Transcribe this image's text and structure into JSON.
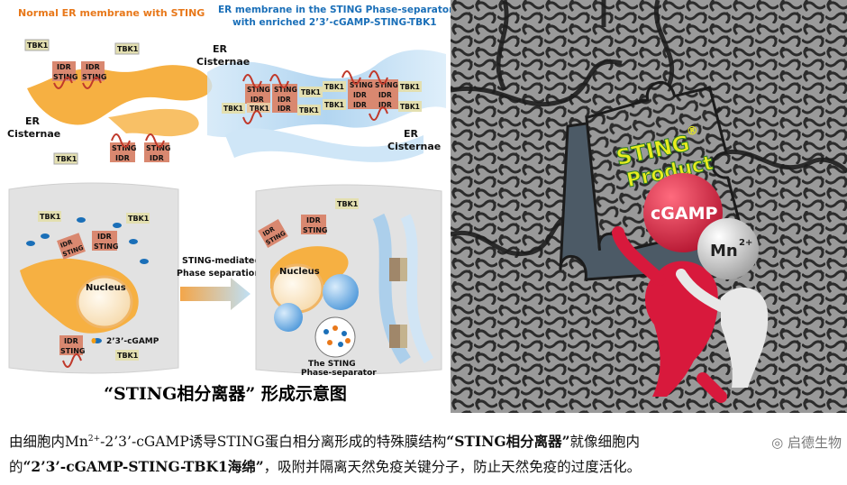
{
  "left": {
    "top_left_title": "Normal ER membrane with STING",
    "top_right_title_line1": "ER membrane in the STING Phase-separator",
    "top_right_title_line2": "with enriched 2’3’-cGAMP-STING-TBK1",
    "er_cisternae": "ER",
    "er_cisternae_2": "Cisternae",
    "tbk1": "TBK1",
    "idr": "IDR",
    "sting": "STING",
    "nucleus": "Nucleus",
    "cgamp_label": "2’3’-cGAMP",
    "arrow_label_1": "STING-mediated",
    "arrow_label_2": "Phase separation",
    "separator_label_1": "The STING",
    "separator_label_2": "Phase-separator",
    "caption": "“STING相分离器” 形成示意图"
  },
  "right": {
    "product_line1": "STING",
    "product_sup": "®",
    "product_line2": "Product",
    "cgamp": "cGAMP",
    "mn": "Mn",
    "mn_sup": "2+"
  },
  "bottom": {
    "line1_pre": "由细胞内Mn",
    "line1_sup": "2+",
    "line1_mid": "-2’3’-cGAMP诱导STING蛋白相分离形成的特殊膜结构",
    "line1_bold": "“STING相分离器”",
    "line1_post": "就像细胞内",
    "line2_pre": "的",
    "line2_bold": "“2’3’-cGAMP-STING-TBK1海绵”",
    "line2_post": "，吸附并隔离天然免疫关键分子，防止天然免疫的过度活化。",
    "watermark": "启德生物"
  },
  "colors": {
    "accent_orange": "#e8781a",
    "accent_blue": "#1a6fb8",
    "er_orange": "#f6b042",
    "tbk1_fill": "#e3dfb0",
    "idr_fill": "#d98870",
    "red_figure": "#d8193c",
    "puzzle_gray": "#8a8a8a"
  }
}
